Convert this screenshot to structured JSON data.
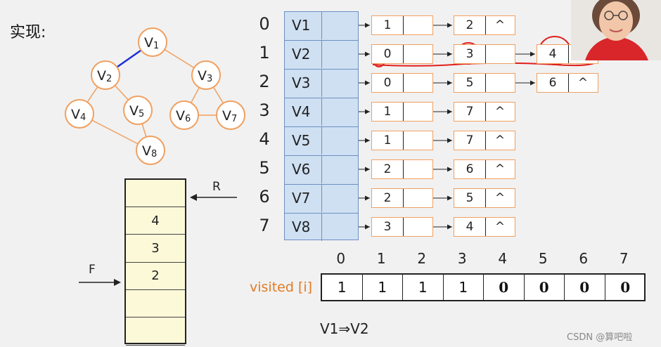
{
  "heading": "实现:",
  "graph": {
    "vertices": [
      {
        "id": "V1",
        "sub": "1"
      },
      {
        "id": "V2",
        "sub": "2"
      },
      {
        "id": "V3",
        "sub": "3"
      },
      {
        "id": "V4",
        "sub": "4"
      },
      {
        "id": "V5",
        "sub": "5"
      },
      {
        "id": "V6",
        "sub": "6"
      },
      {
        "id": "V7",
        "sub": "7"
      },
      {
        "id": "V8",
        "sub": "8"
      }
    ],
    "edges": [
      [
        "V1",
        "V2"
      ],
      [
        "V1",
        "V3"
      ],
      [
        "V2",
        "V4"
      ],
      [
        "V2",
        "V5"
      ],
      [
        "V3",
        "V6"
      ],
      [
        "V3",
        "V7"
      ],
      [
        "V4",
        "V8"
      ],
      [
        "V5",
        "V8"
      ],
      [
        "V6",
        "V7"
      ]
    ],
    "highlighted_edge": [
      "V1",
      "V2"
    ],
    "node_border_color": "#f0a060",
    "highlight_color": "#1a2fd6"
  },
  "adjacency_list": {
    "indices": [
      "0",
      "1",
      "2",
      "3",
      "4",
      "5",
      "6",
      "7"
    ],
    "vertices": [
      "V1",
      "V2",
      "V3",
      "V4",
      "V5",
      "V6",
      "V7",
      "V8"
    ],
    "lists": [
      [
        "1",
        "2"
      ],
      [
        "0",
        "3",
        "4"
      ],
      [
        "0",
        "5",
        "6"
      ],
      [
        "1",
        "7"
      ],
      [
        "1",
        "7"
      ],
      [
        "2",
        "6"
      ],
      [
        "2",
        "5"
      ],
      [
        "3",
        "4"
      ]
    ],
    "null_symbol": "^"
  },
  "queue": {
    "rear_label": "R",
    "front_label": "F",
    "items": [
      "4",
      "3",
      "2"
    ]
  },
  "visited": {
    "label": "visited [i]",
    "indices": [
      "0",
      "1",
      "2",
      "3",
      "4",
      "5",
      "6",
      "7"
    ],
    "values": [
      "1",
      "1",
      "1",
      "1",
      "0",
      "0",
      "0",
      "0"
    ]
  },
  "traversal_text": "V1⇒V2",
  "watermark": "CSDN @算吧啦",
  "annotation_color": "#e0201c"
}
